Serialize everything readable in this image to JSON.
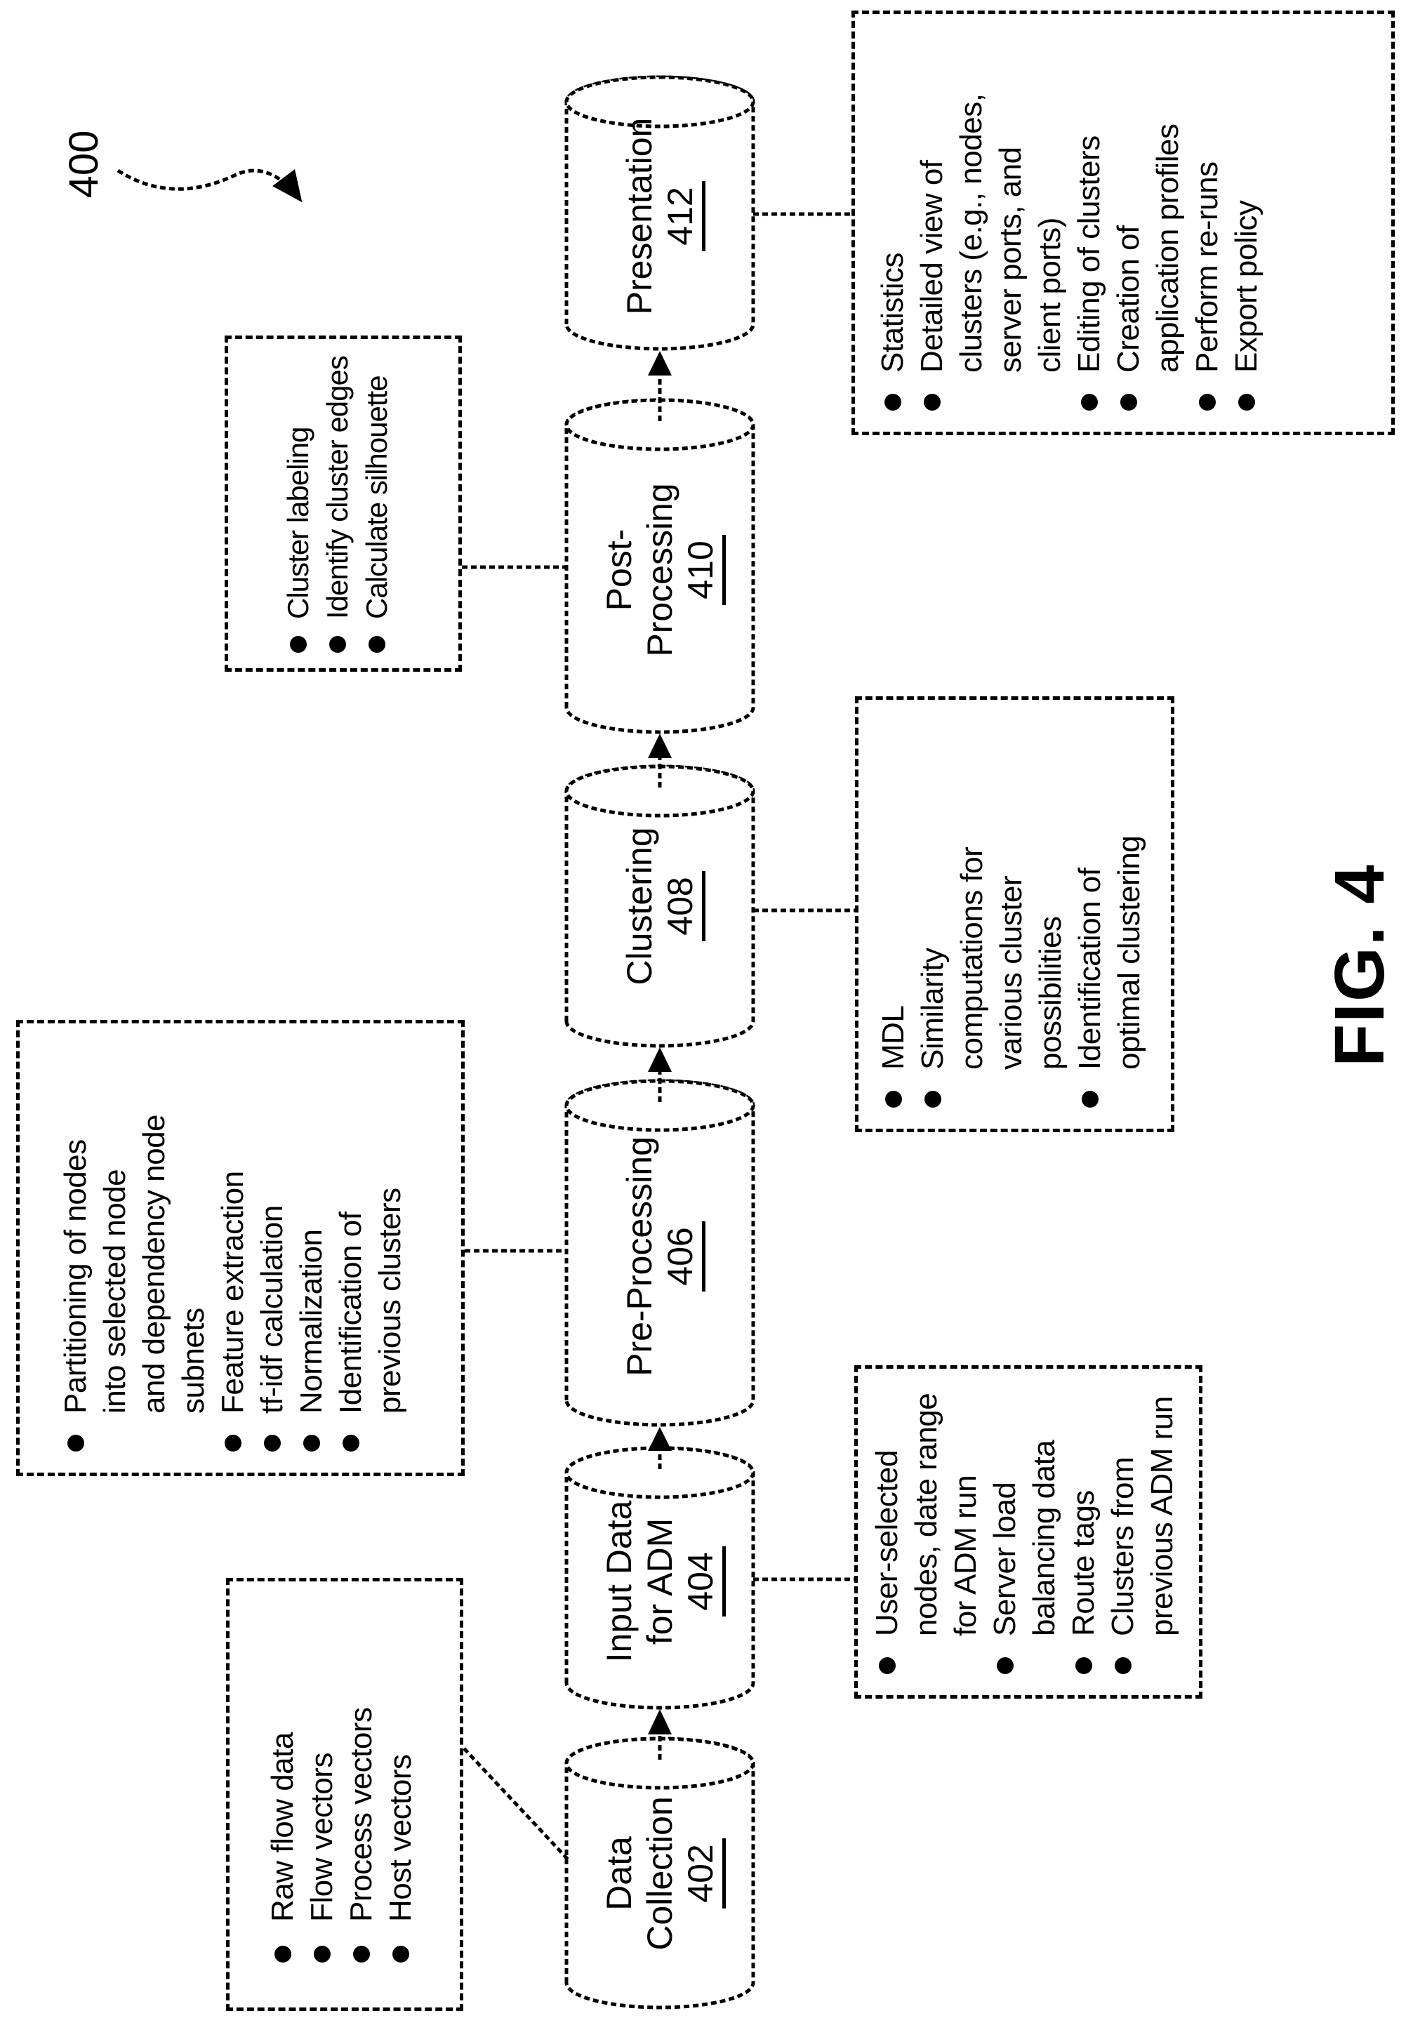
{
  "figure": {
    "reference_number": "400",
    "caption": "FIG. 4"
  },
  "stages": {
    "data_collection": {
      "lines": [
        "Data",
        "Collection"
      ],
      "number": "402"
    },
    "input_data": {
      "lines": [
        "Input Data",
        "for ADM"
      ],
      "number": "404"
    },
    "pre_processing": {
      "lines": [
        "Pre-Processing"
      ],
      "number": "406"
    },
    "clustering": {
      "lines": [
        "Clustering"
      ],
      "number": "408"
    },
    "post_processing": {
      "lines": [
        "Post-",
        "Processing"
      ],
      "number": "410"
    },
    "presentation": {
      "lines": [
        "Presentation"
      ],
      "number": "412"
    }
  },
  "boxes": {
    "data_collection": {
      "lines": [
        {
          "b": true,
          "t": "Raw flow data"
        },
        {
          "b": true,
          "t": "Flow vectors"
        },
        {
          "b": true,
          "t": "Process vectors"
        },
        {
          "b": true,
          "t": "Host vectors"
        }
      ]
    },
    "input_data": {
      "lines": [
        {
          "b": true,
          "t": "User-selected"
        },
        {
          "b": false,
          "t": "nodes, date range"
        },
        {
          "b": false,
          "t": "for ADM run"
        },
        {
          "b": true,
          "t": "Server load"
        },
        {
          "b": false,
          "t": "balancing data"
        },
        {
          "b": true,
          "t": "Route tags"
        },
        {
          "b": true,
          "t": "Clusters from"
        },
        {
          "b": false,
          "t": "previous ADM run"
        }
      ]
    },
    "pre_processing": {
      "lines": [
        {
          "b": true,
          "t": "Partitioning of nodes"
        },
        {
          "b": false,
          "t": "into selected node"
        },
        {
          "b": false,
          "t": "and dependency node"
        },
        {
          "b": false,
          "t": "subnets"
        },
        {
          "b": true,
          "t": "Feature extraction"
        },
        {
          "b": true,
          "t": "tf-idf calculation"
        },
        {
          "b": true,
          "t": "Normalization"
        },
        {
          "b": true,
          "t": "Identification of"
        },
        {
          "b": false,
          "t": "previous clusters"
        }
      ]
    },
    "clustering": {
      "lines": [
        {
          "b": true,
          "t": "MDL"
        },
        {
          "b": true,
          "t": "Similarity"
        },
        {
          "b": false,
          "t": "computations for"
        },
        {
          "b": false,
          "t": "various cluster"
        },
        {
          "b": false,
          "t": "possibilities"
        },
        {
          "b": true,
          "t": "Identification of"
        },
        {
          "b": false,
          "t": "optimal clustering"
        }
      ]
    },
    "post_processing": {
      "lines": [
        {
          "b": true,
          "t": "Cluster labeling"
        },
        {
          "b": true,
          "t": "Identify cluster edges"
        },
        {
          "b": true,
          "t": "Calculate silhouette"
        }
      ]
    },
    "presentation": {
      "lines": [
        {
          "b": true,
          "t": "Statistics"
        },
        {
          "b": true,
          "t": "Detailed view of"
        },
        {
          "b": false,
          "t": "clusters (e.g., nodes,"
        },
        {
          "b": false,
          "t": "server ports, and"
        },
        {
          "b": false,
          "t": "client ports)"
        },
        {
          "b": true,
          "t": "Editing of clusters"
        },
        {
          "b": true,
          "t": "Creation of"
        },
        {
          "b": false,
          "t": "application profiles"
        },
        {
          "b": true,
          "t": "Perform re-runs"
        },
        {
          "b": true,
          "t": "Export policy"
        }
      ]
    }
  }
}
